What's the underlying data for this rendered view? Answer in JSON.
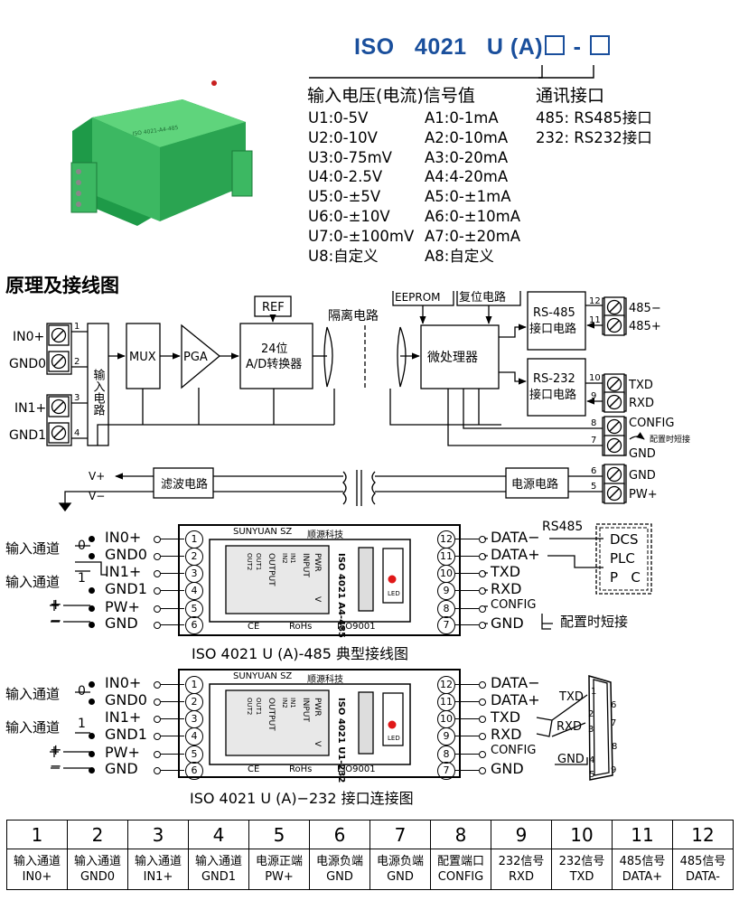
{
  "model_code": {
    "prefix": "ISO",
    "number": "4021",
    "suffix": "U (A)",
    "dash": "-"
  },
  "input_section": {
    "title": "输入电压(电流)信号值",
    "voltage": [
      "U1:0-5V",
      "U2:0-10V",
      "U3:0-75mV",
      "U4:0-2.5V",
      "U5:0-±5V",
      "U6:0-±10V",
      "U7:0-±100mV",
      "U8:自定义"
    ],
    "current": [
      "A1:0-1mA",
      "A2:0-10mA",
      "A3:0-20mA",
      "A4:4-20mA",
      "A5:0-±1mA",
      "A6:0-±10mA",
      "A7:0-±20mA",
      "A8:自定义"
    ]
  },
  "comm_section": {
    "title": "通讯接口",
    "options": [
      "485: RS485接口",
      "232: RS232接口"
    ]
  },
  "section_title": "原理及接线图",
  "block": {
    "inputs": [
      "IN0+",
      "GND0",
      "IN1+",
      "GND1"
    ],
    "input_pins": [
      "1",
      "2",
      "3",
      "4"
    ],
    "input_circuit": "输入电路",
    "mux": "MUX",
    "pga": "PGA",
    "ref": "REF",
    "adc_line1": "24位",
    "adc_line2": "A/D转换器",
    "isolation": "隔离电路",
    "eeprom": "EEPROM",
    "reset": "复位电路",
    "mcu": "微处理器",
    "rs485_line1": "RS-485",
    "rs485_line2": "接口电路",
    "rs232_line1": "RS-232",
    "rs232_line2": "接口电路",
    "right_labels": [
      "485−",
      "485+",
      "TXD",
      "RXD",
      "CONFIG",
      "GND",
      "GND",
      "PW+"
    ],
    "right_pins": [
      "12",
      "11",
      "10",
      "9",
      "8",
      "7",
      "6",
      "5"
    ],
    "short_note": "配置时短接",
    "filter": "滤波电路",
    "power": "电源电路",
    "vplus": "V+",
    "vminus": "V−"
  },
  "wiring": {
    "left_groups": [
      "输入通道",
      "输入通道"
    ],
    "left_group_nums": [
      "0",
      "1"
    ],
    "left_pins": [
      "IN0+",
      "GND0",
      "IN1+",
      "GND1",
      "PW+",
      "GND"
    ],
    "pin_nums_left": [
      "1",
      "2",
      "3",
      "4",
      "5",
      "6"
    ],
    "pin_nums_right": [
      "12",
      "11",
      "10",
      "9",
      "8",
      "7"
    ],
    "plus": "+",
    "minus": "−",
    "brand": "SUNYUAN SZ",
    "brand_cn": "顺源科技",
    "certs": [
      "CE",
      "RoHs",
      "ISO9001"
    ],
    "led": "LED",
    "module_labels": [
      "OUT1",
      "OUT2",
      "OUTPUT",
      "IN1",
      "IN2",
      "INPUT",
      "PWR",
      "V"
    ],
    "w485": {
      "right_pins": [
        "DATA−",
        "DATA+",
        "TXD",
        "RXD",
        "CONFIG",
        "GND"
      ],
      "model": "ISO 4021 A4-485",
      "rs485": "RS485",
      "host": [
        "DCS",
        "PLC",
        "P   C"
      ],
      "short_note": "配置时短接",
      "caption": "ISO 4021 U (A)-485  典型接线图"
    },
    "w232": {
      "right_pins": [
        "DATA−",
        "DATA+",
        "TXD",
        "RXD",
        "CONFIG",
        "GND"
      ],
      "model": "ISO 4021 U1-232",
      "db9_labels": [
        "TXD",
        "RXD",
        "GND"
      ],
      "db9_pins": [
        "1",
        "2",
        "3",
        "4",
        "5",
        "6",
        "7",
        "8",
        "9"
      ],
      "caption": "ISO 4021 U (A)−232  接口连接图"
    }
  },
  "pin_table": {
    "numbers": [
      "1",
      "2",
      "3",
      "4",
      "5",
      "6",
      "7",
      "8",
      "9",
      "10",
      "11",
      "12"
    ],
    "func": [
      "输入通道",
      "输入通道",
      "输入通道",
      "输入通道",
      "电源正端",
      "电源负端",
      "电源负端",
      "配置端口",
      "232信号",
      "232信号",
      "485信号",
      "485信号"
    ],
    "signal": [
      "IN0+",
      "GND0",
      "IN1+",
      "GND1",
      "PW+",
      "GND",
      "GND",
      "CONFIG",
      "RXD",
      "TXD",
      "DATA+",
      "DATA-"
    ]
  }
}
